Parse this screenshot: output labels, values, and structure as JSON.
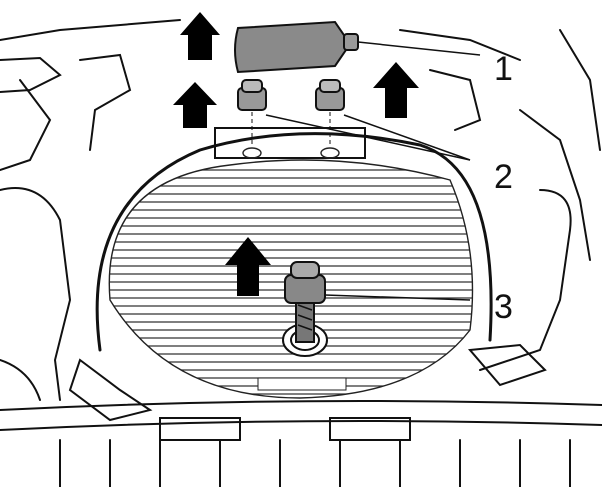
{
  "diagram": {
    "callouts": [
      {
        "id": "1",
        "label": "1"
      },
      {
        "id": "2",
        "label": "2"
      },
      {
        "id": "3",
        "label": "3"
      }
    ],
    "colors": {
      "line": "#111111",
      "arrow": "#000000",
      "bottle": "#8a8a8a",
      "background": "#ffffff"
    }
  }
}
